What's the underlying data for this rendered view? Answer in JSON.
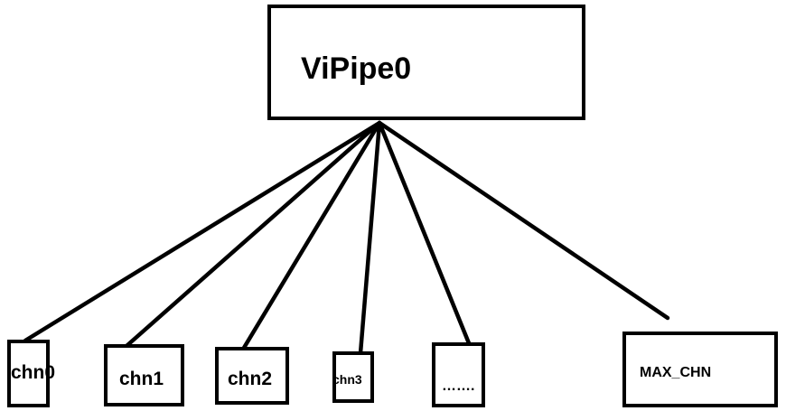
{
  "root": {
    "label": "ViPipe0"
  },
  "children": [
    {
      "label": "chn0"
    },
    {
      "label": "chn1"
    },
    {
      "label": "chn2"
    },
    {
      "label": "chn3"
    },
    {
      "label": "……."
    },
    {
      "label": "MAX_CHN"
    }
  ]
}
